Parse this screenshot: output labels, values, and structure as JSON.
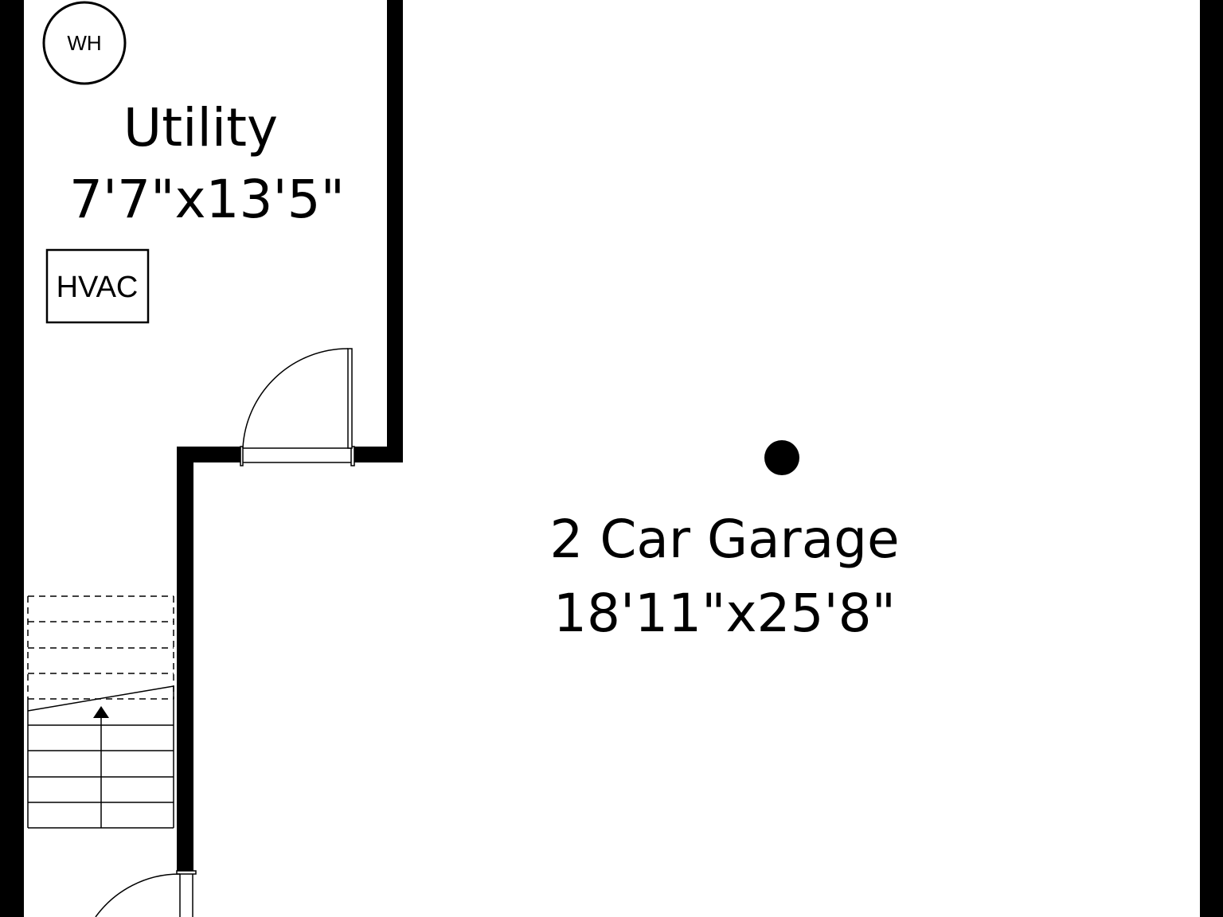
{
  "rooms": {
    "utility": {
      "name": "Utility",
      "dimensions": "7'7\"x13'5\""
    },
    "garage": {
      "name": "2 Car Garage",
      "dimensions": "18'11\"x25'8\""
    }
  },
  "fixtures": {
    "water_heater": "WH",
    "hvac": "HVAC"
  },
  "colors": {
    "wall": "#000000",
    "background": "#ffffff",
    "line": "#000000"
  },
  "icons": {
    "stairs": "stairs-up-arrow-icon",
    "door": "door-swing-icon",
    "marker": "dot-marker-icon"
  }
}
